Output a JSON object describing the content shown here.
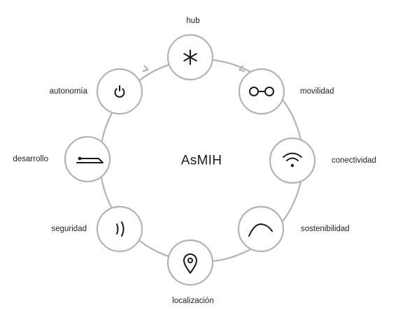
{
  "diagram": {
    "center_label": "AsMIH",
    "colors": {
      "ring": "#b3b3b3",
      "icon": "#1a1a1a",
      "text": "#222222"
    },
    "nodes": [
      {
        "id": "hub",
        "label": "hub",
        "icon": "asterisk-icon"
      },
      {
        "id": "movilidad",
        "label": "movilidad",
        "icon": "connected-circles-icon"
      },
      {
        "id": "conectividad",
        "label": "conectividad",
        "icon": "wifi-icon"
      },
      {
        "id": "sostenibilidad",
        "label": "sostenibilidad",
        "icon": "curve-icon"
      },
      {
        "id": "localizacion",
        "label": "localización",
        "icon": "location-pin-icon"
      },
      {
        "id": "seguridad",
        "label": "seguridad",
        "icon": "signal-waves-icon"
      },
      {
        "id": "desarrollo",
        "label": "desarrollo",
        "icon": "step-line-icon"
      },
      {
        "id": "autonomia",
        "label": "autonomía",
        "icon": "power-icon"
      }
    ]
  }
}
